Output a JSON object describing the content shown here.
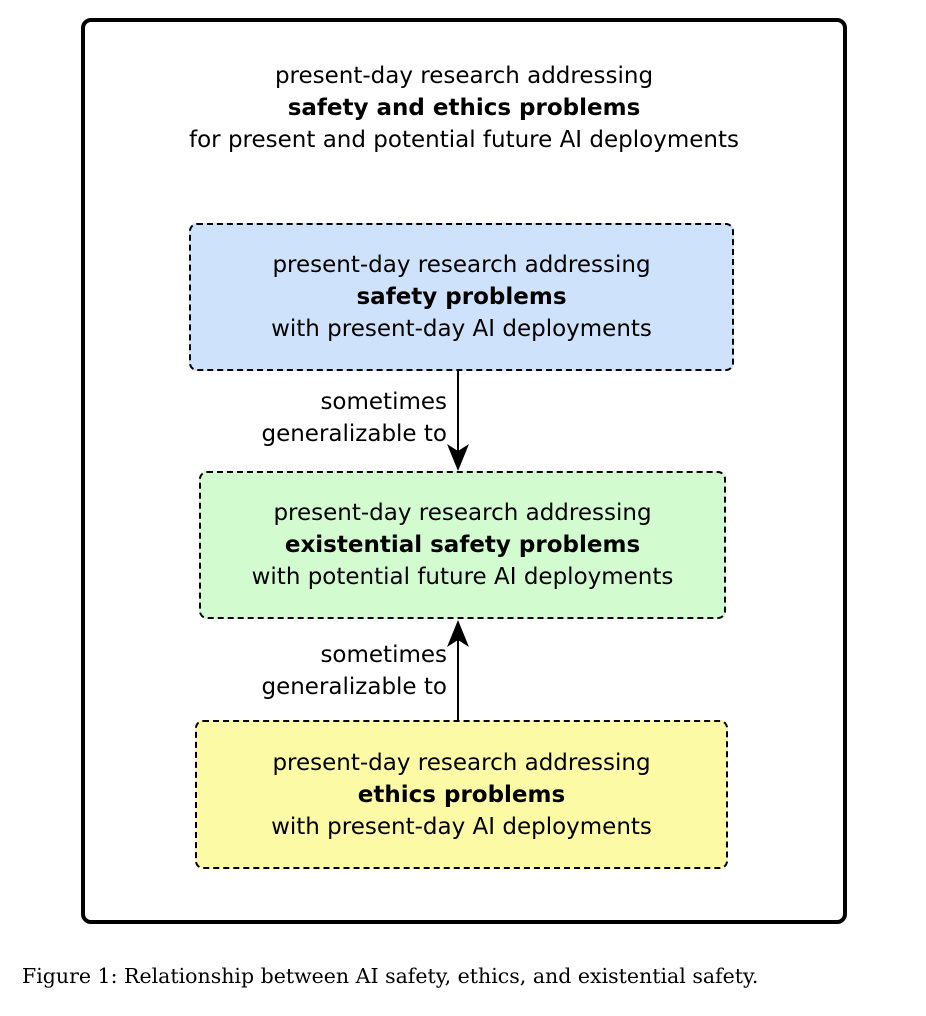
{
  "outer": {
    "line1": "present-day research addressing",
    "line2": "safety and ethics problems",
    "line3": "for present and potential future AI deployments"
  },
  "boxes": {
    "safety": {
      "line1": "present-day research addressing",
      "line2": "safety problems",
      "line3": "with present-day AI deployments",
      "fill": "#cfe2fc"
    },
    "existential": {
      "line1": "present-day research addressing",
      "line2": "existential safety problems",
      "line3": "with potential future AI deployments",
      "fill": "#d2fbd0"
    },
    "ethics": {
      "line1": "present-day research addressing",
      "line2": "ethics problems",
      "line3": "with present-day AI deployments",
      "fill": "#fcfaa4"
    }
  },
  "arrows": {
    "top": {
      "line1": "sometimes",
      "line2": "generalizable to",
      "direction": "down"
    },
    "bottom": {
      "line1": "sometimes",
      "line2": "generalizable to",
      "direction": "up"
    }
  },
  "caption": "Figure 1: Relationship between AI safety, ethics, and existential safety."
}
